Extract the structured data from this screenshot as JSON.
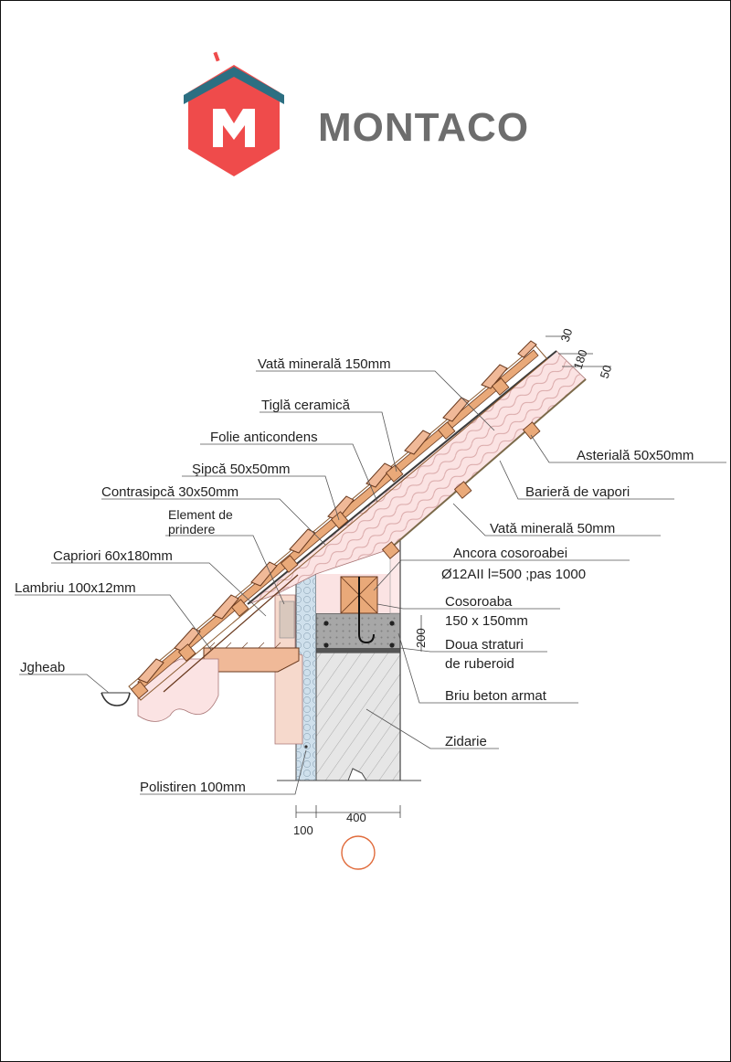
{
  "brand": {
    "name": "MONTACO",
    "logo_letter": "M",
    "colors": {
      "logo_red": "#ef4b4b",
      "logo_roof": "#2c6f82",
      "text": "#6d6d6d"
    }
  },
  "labels": {
    "vata_150": "Vată minerală 150mm",
    "tigla": "Tiglă ceramică",
    "folie": "Folie anticondens",
    "sipca": "Şipcă 50x50mm",
    "contrasipca": "Contrasipcă  30x50mm",
    "element_1": "Element de",
    "element_2": "prindere",
    "capriori": "Capriori  60x180mm",
    "lambriu": "Lambriu 100x12mm",
    "jgheab": "Jgheab",
    "asteriala": "Asterială 50x50mm",
    "bariera": "Barieră  de  vapori",
    "vata_50": "Vată minerală 50mm",
    "ancora_1": "Ancora cosoroabei",
    "ancora_2": "Ø12AII  l=500 ;pas 1000",
    "cosoroaba_1": "Cosoroaba",
    "cosoroaba_2": "150 x 150mm",
    "ruberoid_1": "Doua straturi",
    "ruberoid_2": "de ruberoid",
    "briu": "Briu beton armat",
    "zidarie": "Zidarie",
    "polistiren": "Polistiren 100mm"
  },
  "dimensions": {
    "d30": "30",
    "d180": "180",
    "d50": "50",
    "d200": "200",
    "d100": "100",
    "d400": "400"
  },
  "colors": {
    "wood": "#e9a979",
    "insulation": "#fbe3e3",
    "eps": "#cfe0ec",
    "concrete": "#a7a7a7",
    "masonry": "#e6e6e6",
    "circle": "#e06a3a"
  }
}
